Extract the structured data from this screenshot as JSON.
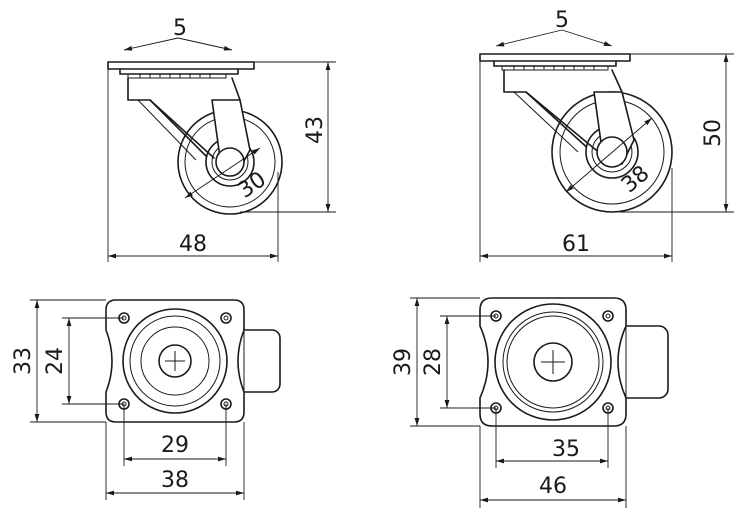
{
  "drawing": {
    "views": {
      "small_side": {
        "top_plate_width": "5",
        "wheel_diameter": "30",
        "height": "43",
        "width": "48"
      },
      "large_side": {
        "top_plate_width": "5",
        "wheel_diameter": "38",
        "height": "50",
        "width": "61"
      },
      "small_top": {
        "plate_height": "33",
        "hole_spacing_v": "24",
        "hole_spacing_h": "29",
        "plate_width": "38"
      },
      "large_top": {
        "plate_height": "39",
        "hole_spacing_v": "28",
        "hole_spacing_h": "35",
        "plate_width": "46"
      }
    },
    "line_color": "#1a1a1a"
  }
}
